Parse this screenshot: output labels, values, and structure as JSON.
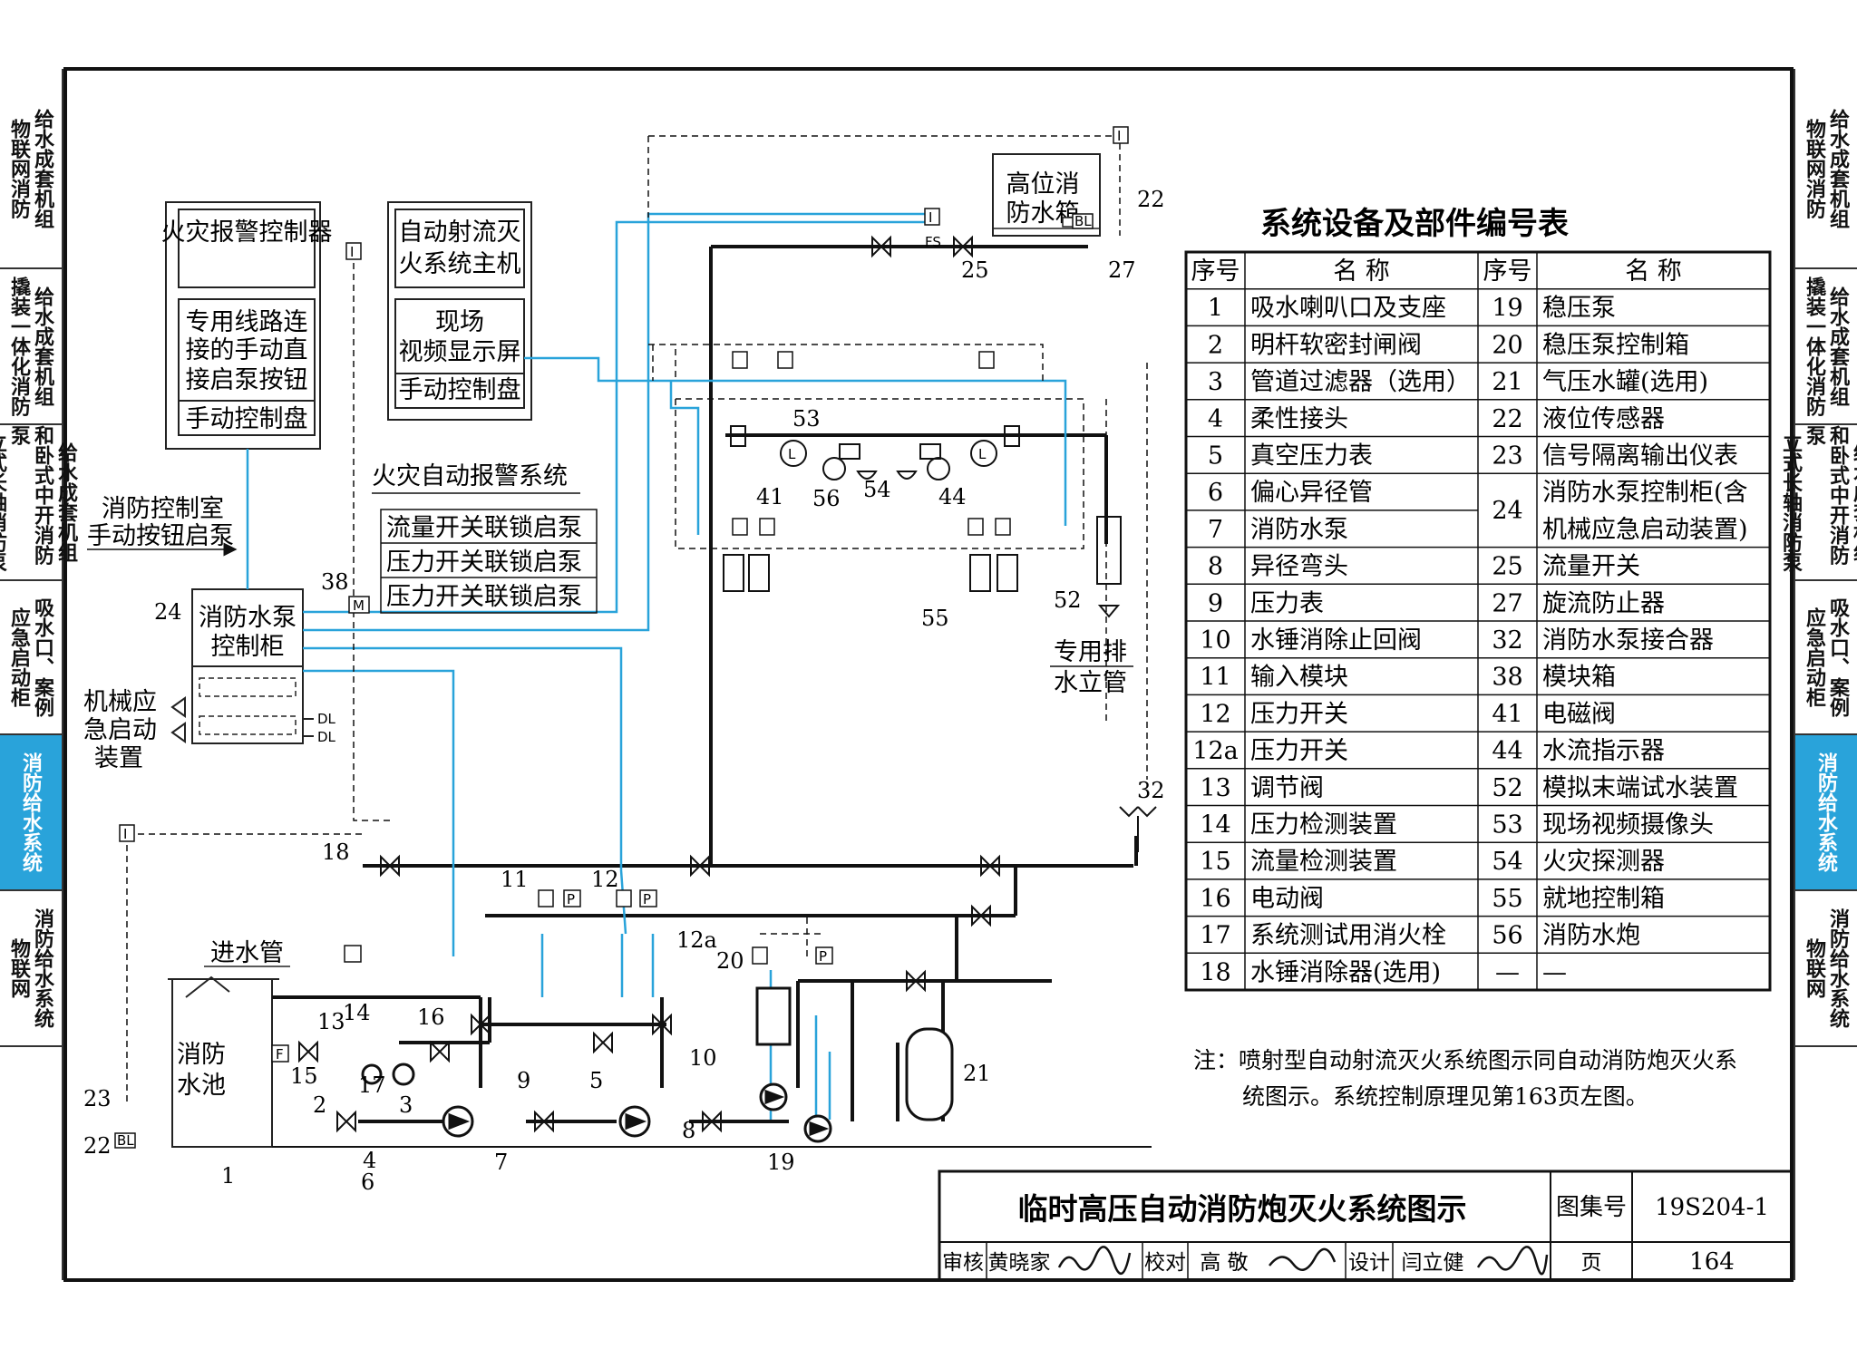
{
  "left_tabs": [
    {
      "lines": [
        "物联网消防",
        "给水成套机组"
      ],
      "active": false
    },
    {
      "lines": [
        "撬装一体化消防",
        "给水成套机组"
      ],
      "active": false
    },
    {
      "lines": [
        "立式长轴消防泵",
        "和卧式中开消防泵",
        "给水成套机组"
      ],
      "active": false
    },
    {
      "lines": [
        "应急启动柜",
        "吸水口、案例"
      ],
      "active": false
    },
    {
      "lines": [
        "消防给水系统"
      ],
      "active": true
    },
    {
      "lines": [
        "物联网",
        "消防给水系统"
      ],
      "active": false
    }
  ],
  "right_tabs": [
    {
      "lines": [
        "物联网消防",
        "给水成套机组"
      ],
      "active": false
    },
    {
      "lines": [
        "撬装一体化消防",
        "给水成套机组"
      ],
      "active": false
    },
    {
      "lines": [
        "立式长轴消防泵",
        "和卧式中开消防泵",
        "给水成套机组"
      ],
      "active": false
    },
    {
      "lines": [
        "应急启动柜",
        "吸水口、案例"
      ],
      "active": false
    },
    {
      "lines": [
        "消防给水系统"
      ],
      "active": true
    },
    {
      "lines": [
        "物联网",
        "消防给水系统"
      ],
      "active": false
    }
  ],
  "boxes": {
    "fire_alarm_controller": "火灾报警控制器",
    "dedicated_line_1": "专用线路连",
    "dedicated_line_2": "接的手动直",
    "dedicated_line_3": "接启泵按钮",
    "manual_panel_left": "手动控制盘",
    "auto_jet_host_1": "自动射流灭",
    "auto_jet_host_2": "火系统主机",
    "video_screen_1": "现场",
    "video_screen_2": "视频显示屏",
    "manual_panel_right": "手动控制盘",
    "high_tank_1": "高位消",
    "high_tank_2": "防水箱",
    "pump_cabinet_1": "消防水泵",
    "pump_cabinet_2": "控制柜",
    "pool_1": "消防",
    "pool_2": "水池"
  },
  "labels": {
    "fire_auto_alarm": "火灾自动报警系统",
    "control_room_1": "消防控制室",
    "control_room_2": "手动按钮启泵",
    "flow_switch": "流量开关联锁启泵",
    "pressure_switch_1": "压力开关联锁启泵",
    "pressure_switch_2": "压力开关联锁启泵",
    "mech_start_1": "机械应",
    "mech_start_2": "急启动",
    "mech_start_3": "装置",
    "drain_riser_1": "专用排",
    "drain_riser_2": "水立管",
    "inlet_pipe": "进水管",
    "dl": "DL",
    "bl": "BL",
    "fs": "FS",
    "i": "I",
    "p": "P",
    "f": "F",
    "m": "M",
    "L": "L"
  },
  "numbers": [
    "1",
    "2",
    "3",
    "4",
    "5",
    "6",
    "7",
    "8",
    "9",
    "10",
    "11",
    "12",
    "12a",
    "13",
    "14",
    "15",
    "16",
    "17",
    "18",
    "19",
    "20",
    "21",
    "22",
    "22",
    "23",
    "24",
    "25",
    "27",
    "32",
    "38",
    "41",
    "44",
    "52",
    "53",
    "54",
    "55",
    "56"
  ],
  "table": {
    "title": "系统设备及部件编号表",
    "headers": [
      "序号",
      "名 称",
      "序号",
      "名 称"
    ],
    "rows": [
      [
        "1",
        "吸水喇叭口及支座",
        "19",
        "稳压泵"
      ],
      [
        "2",
        "明杆软密封闸阀",
        "20",
        "稳压泵控制箱"
      ],
      [
        "3",
        "管道过滤器（选用）",
        "21",
        "气压水罐(选用)"
      ],
      [
        "4",
        "柔性接头",
        "22",
        "液位传感器"
      ],
      [
        "5",
        "真空压力表",
        "23",
        "信号隔离输出仪表"
      ],
      [
        "6",
        "偏心异径管",
        "24",
        "消防水泵控制柜(含"
      ],
      [
        "7",
        "消防水泵",
        "",
        "机械应急启动装置)"
      ],
      [
        "8",
        "异径弯头",
        "25",
        "流量开关"
      ],
      [
        "9",
        "压力表",
        "27",
        "旋流防止器"
      ],
      [
        "10",
        "水锤消除止回阀",
        "32",
        "消防水泵接合器"
      ],
      [
        "11",
        "输入模块",
        "38",
        "模块箱"
      ],
      [
        "12",
        "压力开关",
        "41",
        "电磁阀"
      ],
      [
        "12a",
        "压力开关",
        "44",
        "水流指示器"
      ],
      [
        "13",
        "调节阀",
        "52",
        "模拟末端试水装置"
      ],
      [
        "14",
        "压力检测装置",
        "53",
        "现场视频摄像头"
      ],
      [
        "15",
        "流量检测装置",
        "54",
        "火灾探测器"
      ],
      [
        "16",
        "电动阀",
        "55",
        "就地控制箱"
      ],
      [
        "17",
        "系统测试用消火栓",
        "56",
        "消防水炮"
      ],
      [
        "18",
        "水锤消除器(选用)",
        "—",
        "—"
      ]
    ]
  },
  "note_1": "注：喷射型自动射流灭火系统图示同自动消防炮灭火系",
  "note_2": "统图示。系统控制原理见第163页左图。",
  "title_block": {
    "title": "临时高压自动消防炮灭火系统图示",
    "atlas_label": "图集号",
    "atlas_no": "19S204-1",
    "review_label": "审核",
    "reviewer": "黄晓家",
    "check_label": "校对",
    "checker": "高 敬",
    "design_label": "设计",
    "designer": "闫立健",
    "page_label": "页",
    "page_no": "164"
  },
  "colors": {
    "blue_line": "#29a3da",
    "ink": "#111111",
    "tab_active": "#29a3da"
  }
}
